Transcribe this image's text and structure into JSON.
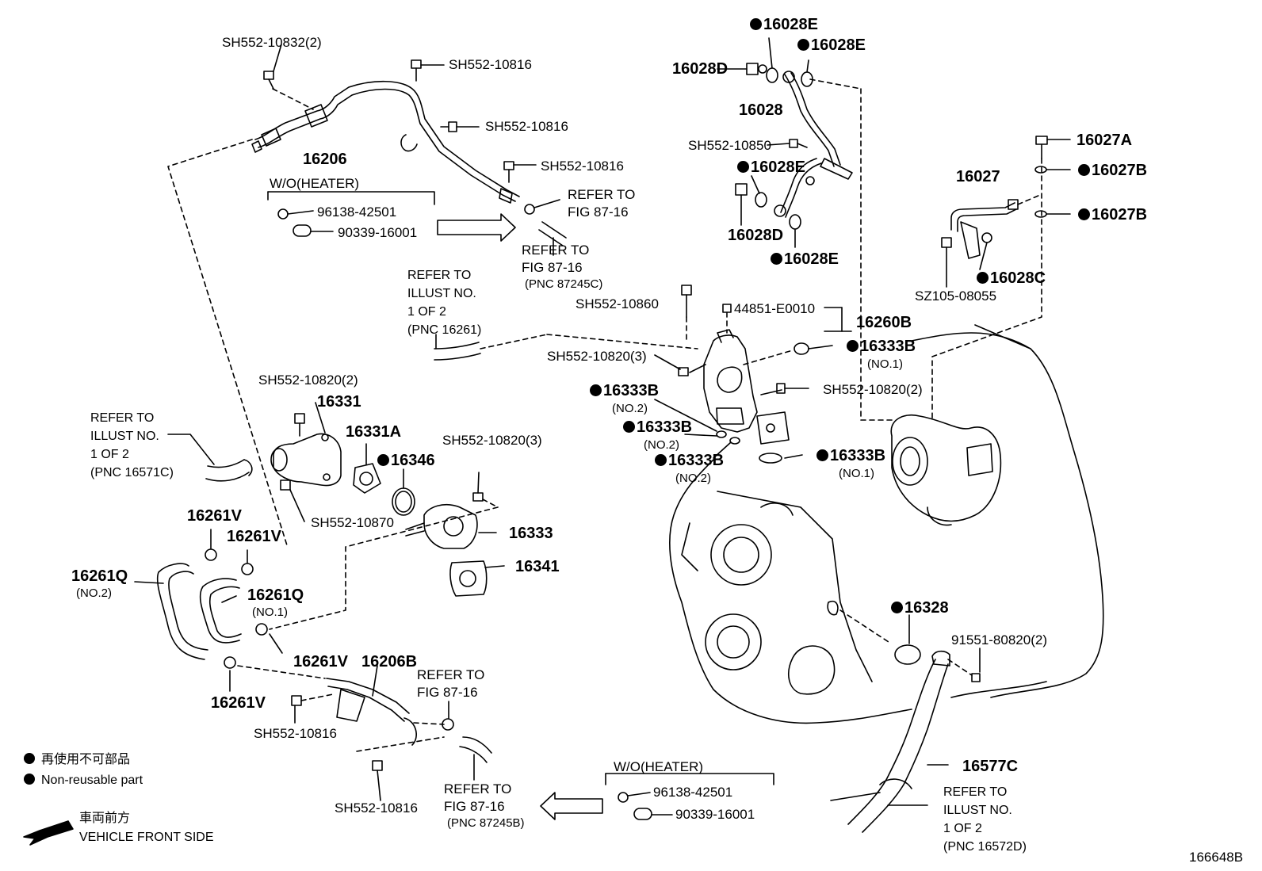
{
  "labels": {
    "sh552_10832_2": "SH552-10832(2)",
    "sh552_10816_a": "SH552-10816",
    "sh552_10816_b": "SH552-10816",
    "sh552_10816_c": "SH552-10816",
    "p16206": "16206",
    "wo_heater_top": "W/O(HEATER)",
    "p96138_top": "96138-42501",
    "p90339_top": "90339-16001",
    "refer_fig_87_16_a": "REFER TO",
    "refer_fig_87_16_a2": "FIG 87-16",
    "refer_fig_87_16_b": "REFER TO",
    "refer_fig_87_16_b2": "FIG 87-16",
    "pnc_87245c": "(PNC 87245C)",
    "refer_illust_16261_1": "REFER TO",
    "refer_illust_16261_2": "ILLUST NO.",
    "refer_illust_16261_3": "1 OF 2",
    "refer_illust_16261_4": "(PNC 16261)",
    "p16028e_1": "16028E",
    "p16028e_2": "16028E",
    "p16028d_top": "16028D",
    "p16028": "16028",
    "sh552_10850": "SH552-10850",
    "p16028e_3": "16028E",
    "p16028d_bot": "16028D",
    "p16028e_4": "16028E",
    "p16027a": "16027A",
    "p16027": "16027",
    "p16027b_1": "16027B",
    "p16027b_2": "16027B",
    "p16028c": "16028C",
    "sz105_08055": "SZ105-08055",
    "sh552_10860": "SH552-10860",
    "p44851": "44851-E0010",
    "p16260b": "16260B",
    "sh552_10820_3_top": "SH552-10820(3)",
    "p16333b_r1": "16333B",
    "no1_r1": "(NO.1)",
    "p16333b_l1": "16333B",
    "no2_l1": "(NO.2)",
    "p16333b_l2": "16333B",
    "no2_l2": "(NO.2)",
    "p16333b_l3": "16333B",
    "no2_l3": "(NO.2)",
    "p16333b_r2": "16333B",
    "no1_r2": "(NO.1)",
    "sh552_10820_2_right": "SH552-10820(2)",
    "refer_illust_16571_1": "REFER TO",
    "refer_illust_16571_2": "ILLUST NO.",
    "refer_illust_16571_3": "1 OF 2",
    "refer_illust_16571_4": "(PNC 16571C)",
    "sh552_10820_2_left": "SH552-10820(2)",
    "p16331": "16331",
    "p16331a": "16331A",
    "p16346": "16346",
    "sh552_10820_3_mid": "SH552-10820(3)",
    "sh552_10870": "SH552-10870",
    "p16333": "16333",
    "p16341": "16341",
    "p16261v_1": "16261V",
    "p16261v_2": "16261V",
    "p16261q_no2": "16261Q",
    "no2_q": "(NO.2)",
    "p16261q_no1": "16261Q",
    "no1_q": "(NO.1)",
    "p16261v_3": "16261V",
    "p16261v_4": "16261V",
    "p16206b": "16206B",
    "refer_fig_87_16_c": "REFER TO",
    "refer_fig_87_16_c2": "FIG 87-16",
    "sh552_10816_d": "SH552-10816",
    "sh552_10816_e": "SH552-10816",
    "refer_fig_87_16_d": "REFER TO",
    "refer_fig_87_16_d2": "FIG 87-16",
    "pnc_87245b": "(PNC 87245B)",
    "wo_heater_bot": "W/O(HEATER)",
    "p96138_bot": "96138-42501",
    "p90339_bot": "90339-16001",
    "p16328": "16328",
    "p91551": "91551-80820(2)",
    "p16577c": "16577C",
    "refer_illust_16572_1": "REFER TO",
    "refer_illust_16572_2": "ILLUST NO.",
    "refer_illust_16572_3": "1 OF 2",
    "refer_illust_16572_4": "(PNC 16572D)",
    "diagram_id": "166648B"
  },
  "legend": {
    "jp": "再使用不可部品",
    "en": "Non-reusable part",
    "front_jp": "車両前方",
    "front_en": "VEHICLE FRONT SIDE"
  }
}
